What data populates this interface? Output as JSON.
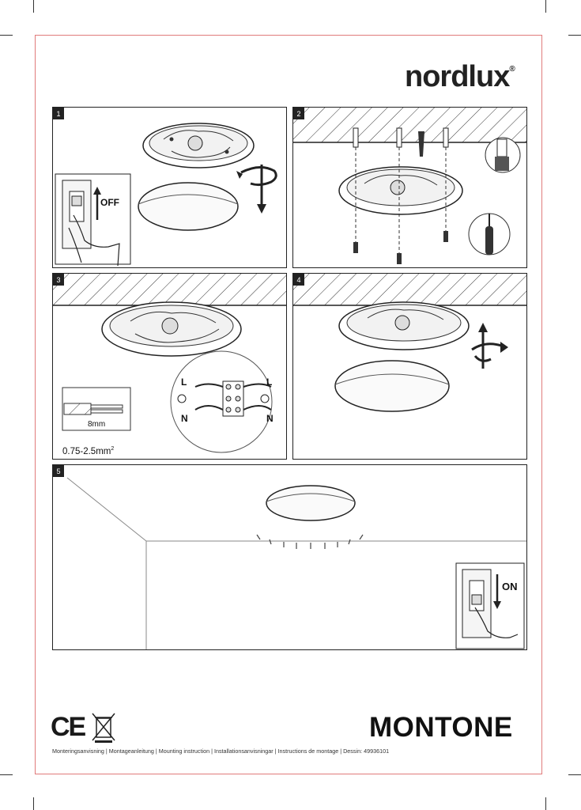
{
  "brand": {
    "name": "nordlux",
    "registered": "®"
  },
  "steps": [
    {
      "number": "1",
      "switch_label": "OFF"
    },
    {
      "number": "2"
    },
    {
      "number": "3",
      "strip_length": "8mm",
      "wire_section": "0.75-2.5mm",
      "wire_section_exp": "2",
      "terminal_live": "L",
      "terminal_neutral": "N"
    },
    {
      "number": "4"
    },
    {
      "number": "5",
      "switch_label": "ON"
    }
  ],
  "product": {
    "name": "MONTONE"
  },
  "footer": {
    "text": "Monteringsanvisning | Montageanleitung | Mounting instruction | Installationsanvisningar | Instructions de montage | Dessin: 49936101"
  },
  "marks": {
    "ce": "CE",
    "weee": "crossed-out-bin-icon"
  }
}
